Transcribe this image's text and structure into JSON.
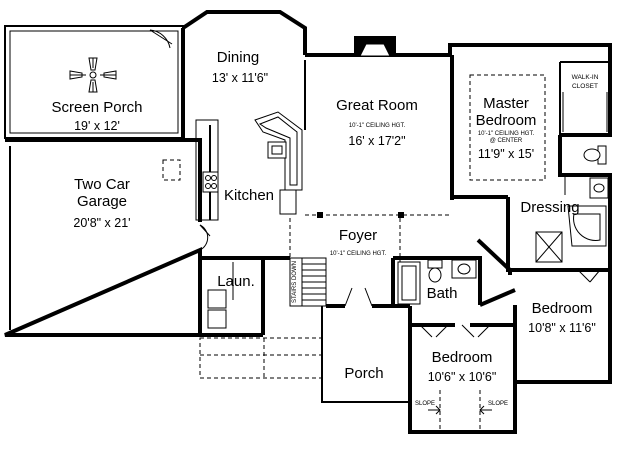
{
  "rooms": {
    "screen_porch": {
      "name": "Screen Porch",
      "dims": "19' x 12'"
    },
    "dining": {
      "name": "Dining",
      "dims": "13' x 11'6\""
    },
    "great_room": {
      "name": "Great Room",
      "ceiling": "10'-1\" CEILING HGT.",
      "dims": "16' x 17'2\""
    },
    "master_bedroom": {
      "name_line1": "Master",
      "name_line2": "Bedroom",
      "ceiling_line1": "10'-1\" CEILING HGT.",
      "ceiling_line2": "@ CENTER",
      "dims": "11'9\" x 15'"
    },
    "walk_in_closet": {
      "line1": "WALK-IN",
      "line2": "CLOSET"
    },
    "garage": {
      "name_line1": "Two Car",
      "name_line2": "Garage",
      "dims": "20'8\" x 21'"
    },
    "kitchen": {
      "name": "Kitchen"
    },
    "dressing": {
      "name": "Dressing"
    },
    "foyer": {
      "name": "Foyer",
      "ceiling": "10'-1\" CEILING HGT."
    },
    "laundry": {
      "name": "Laun."
    },
    "stairs": {
      "label": "STAIRS DOWN"
    },
    "bath": {
      "name": "Bath"
    },
    "bedroom_right": {
      "name": "Bedroom",
      "dims": "10'8\" x 11'6\""
    },
    "bedroom_bottom": {
      "name": "Bedroom",
      "dims": "10'6\" x 10'6\""
    },
    "porch": {
      "name": "Porch"
    }
  },
  "annotations": {
    "slope_left": "SLOPE",
    "slope_right": "SLOPE"
  }
}
